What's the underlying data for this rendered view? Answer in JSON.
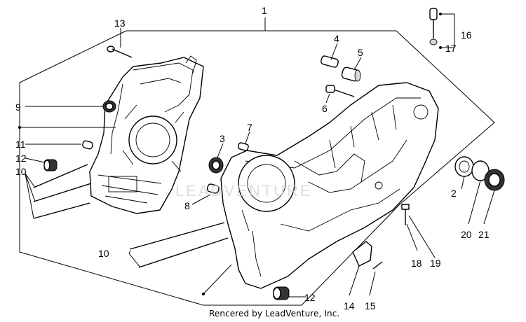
{
  "diagram": {
    "callouts": [
      "1",
      "2",
      "3",
      "4",
      "5",
      "6",
      "7",
      "8",
      "9",
      "10",
      "10",
      "11",
      "12",
      "12",
      "13",
      "14",
      "15",
      "16",
      "17",
      "18",
      "19",
      "20",
      "21"
    ],
    "watermark_text": "LEADVENTURE",
    "credit_text": "Rencered by LeadVenture, Inc."
  }
}
